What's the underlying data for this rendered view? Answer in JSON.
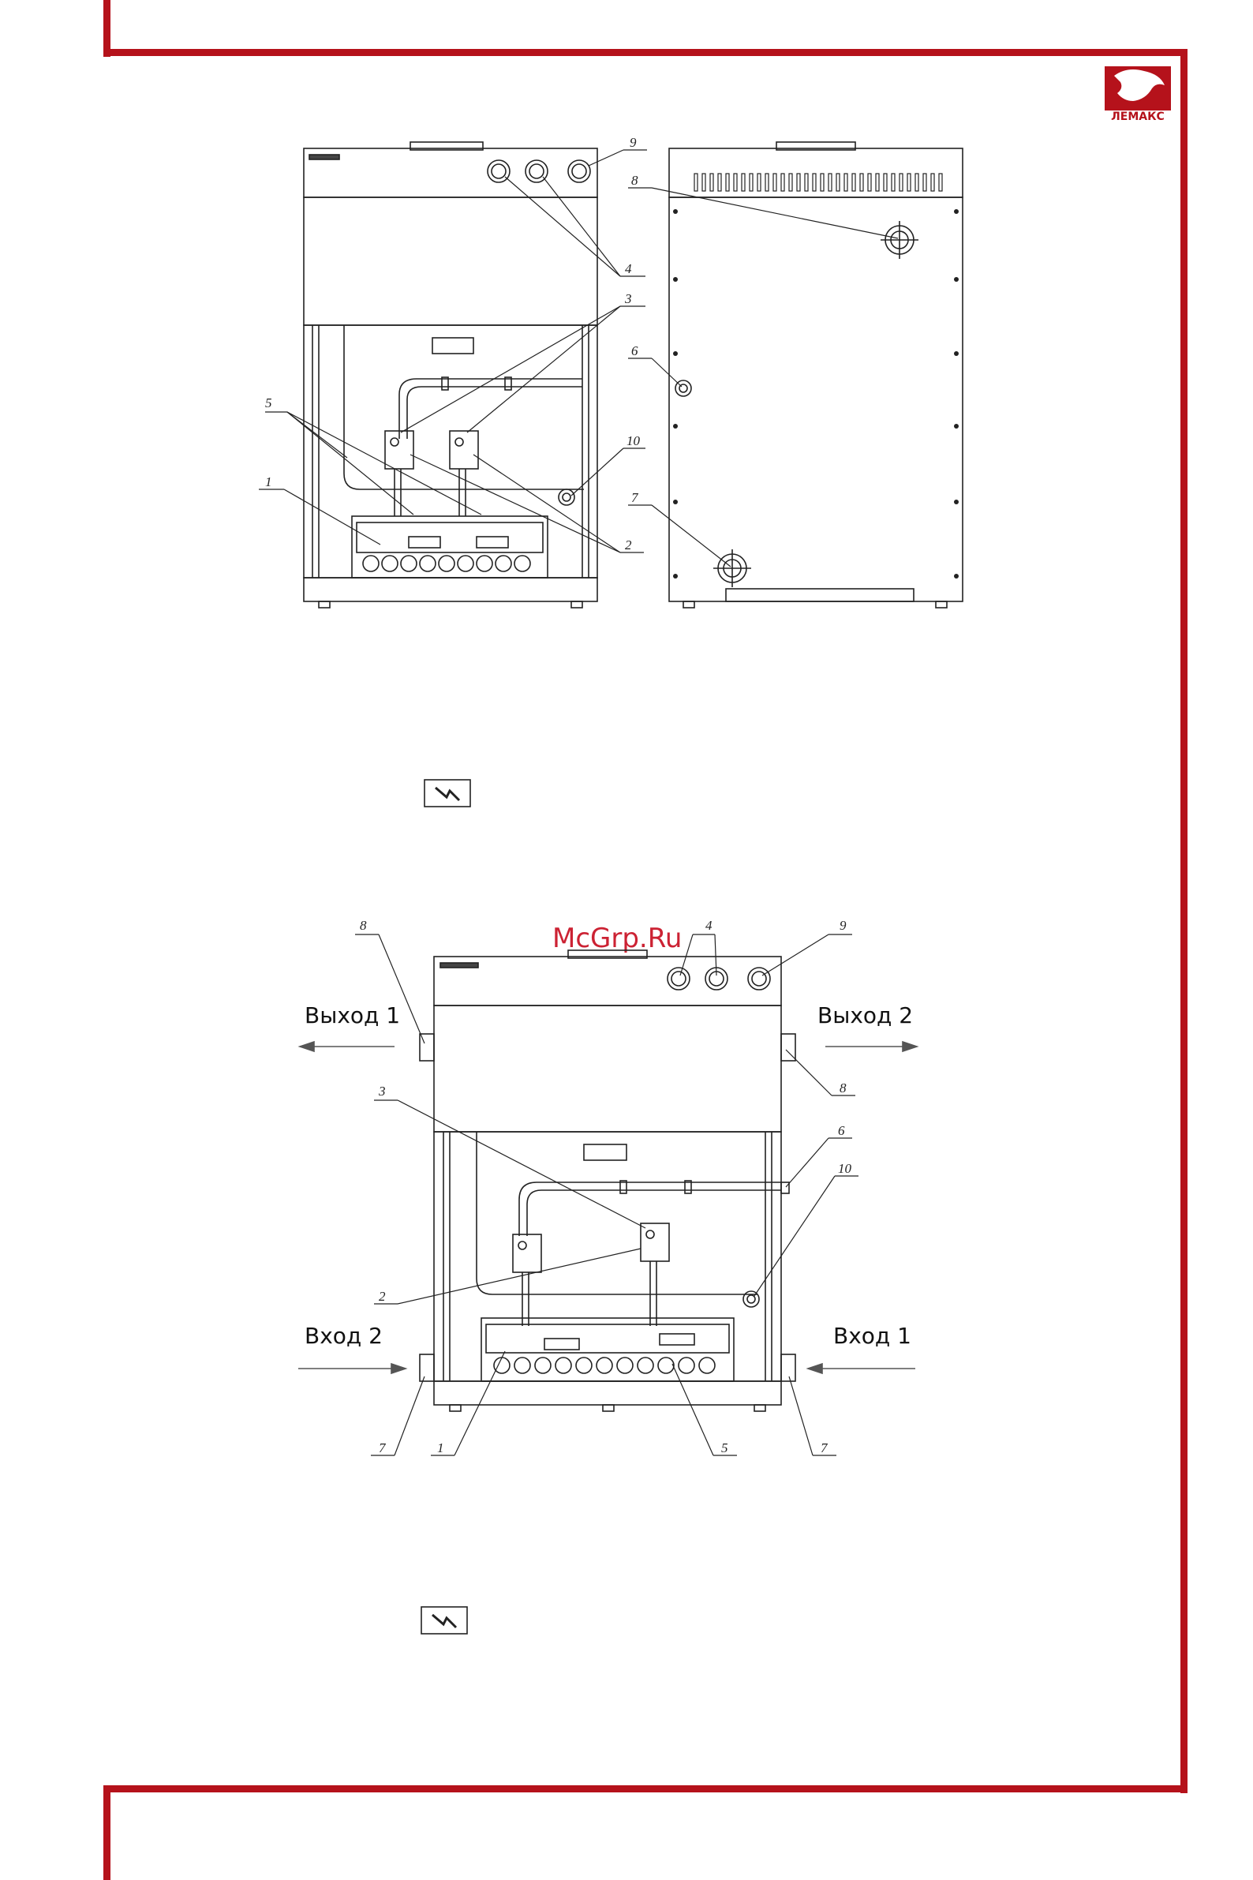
{
  "brand": {
    "logo_text": "ЛЕМАКС",
    "color": "#b5121b"
  },
  "watermark": {
    "text": "McGrp.Ru",
    "color": "#cc2233"
  },
  "figure1": {
    "front_callouts": [
      "9",
      "4",
      "3",
      "5",
      "1",
      "10",
      "2"
    ],
    "side_callouts": [
      "8",
      "6",
      "7"
    ],
    "spark_icon": "spark-icon"
  },
  "figure2": {
    "callouts_top": [
      "8",
      "4",
      "9"
    ],
    "callouts_mid": [
      "8",
      "3",
      "6",
      "10",
      "2"
    ],
    "callouts_bottom": [
      "7",
      "1",
      "5",
      "7"
    ],
    "outlet_left": "Выход 1",
    "outlet_right": "Выход 2",
    "inlet_left": "Вход 2",
    "inlet_right": "Вход 1",
    "spark_icon": "spark-icon"
  }
}
